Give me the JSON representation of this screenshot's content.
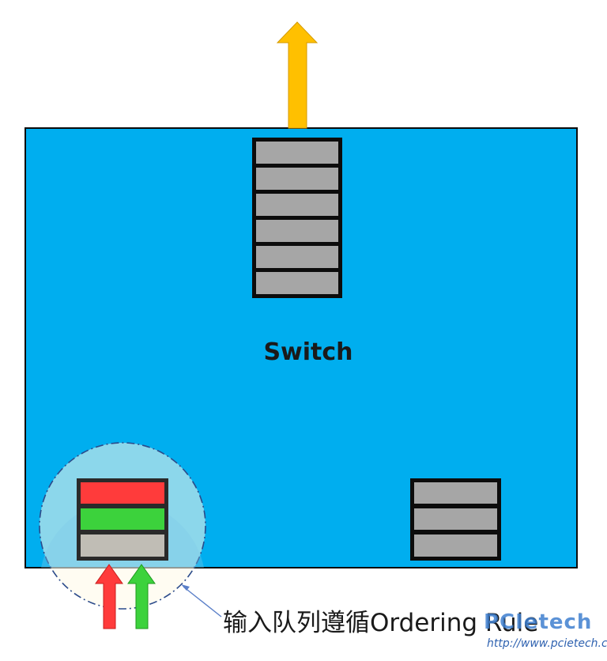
{
  "switch": {
    "label": "Switch",
    "fill_color": "#00AEEF"
  },
  "output_queue": {
    "slots": 6,
    "slot_color": "#A6A6A6"
  },
  "egress_arrow": {
    "color": "#FFC000",
    "direction": "up"
  },
  "right_queue": {
    "slots": 3,
    "slot_color": "#A6A6A6"
  },
  "input_queue": {
    "slots": [
      "#FF3B3B",
      "#3CD23C",
      "#C0BDB5"
    ]
  },
  "ingress_arrows": [
    {
      "color": "#FF3B3B",
      "direction": "up"
    },
    {
      "color": "#3CD23C",
      "direction": "up"
    }
  ],
  "caption": "输入队列遵循Ordering Rule",
  "watermark": {
    "logo": "PCIetech",
    "url": "http://www.pcietech.com"
  }
}
